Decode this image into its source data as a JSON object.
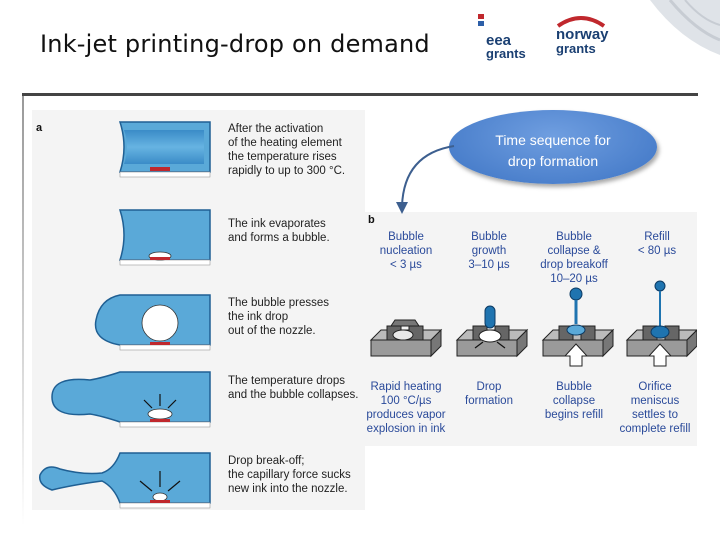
{
  "title": "Ink-jet printing-drop on demand",
  "logos": {
    "eea": "eea grants",
    "eea_line1": "eea",
    "eea_line2": "grants",
    "norway_line1": "norway",
    "norway_line2": "grants"
  },
  "callout": {
    "line1": "Time sequence for",
    "line2": "drop formation"
  },
  "panel_a": {
    "label": "a",
    "steps": [
      {
        "lines": [
          "After the activation",
          "of the heating element",
          "the temperature rises",
          "rapidly to up to 300 °C."
        ]
      },
      {
        "lines": [
          "The ink evaporates",
          "and forms a bubble."
        ]
      },
      {
        "lines": [
          "The bubble presses",
          "the ink drop",
          "out of the nozzle."
        ]
      },
      {
        "lines": [
          "The temperature drops",
          "and the bubble collapses."
        ]
      },
      {
        "lines": [
          "Drop break-off;",
          "the capillary force sucks",
          "new ink into the nozzle."
        ]
      }
    ]
  },
  "panel_b": {
    "label": "b",
    "headers": [
      {
        "lines": [
          "Bubble",
          "nucleation",
          "< 3 µs"
        ]
      },
      {
        "lines": [
          "Bubble",
          "growth",
          "3–10 µs"
        ]
      },
      {
        "lines": [
          "Bubble",
          "collapse &",
          "drop breakoff",
          "10–20 µs"
        ]
      },
      {
        "lines": [
          "Refill",
          "< 80 µs"
        ]
      }
    ],
    "footers": [
      {
        "lines": [
          "Rapid heating",
          "100 °C/µs",
          "produces vapor",
          "explosion in ink"
        ]
      },
      {
        "lines": [
          "Drop",
          "formation"
        ]
      },
      {
        "lines": [
          "Bubble",
          "collapse",
          "begins refill"
        ]
      },
      {
        "lines": [
          "Orifice meniscus",
          "settles to",
          "complete refill"
        ]
      }
    ]
  },
  "colors": {
    "ink": "#5aa9d8",
    "ink_dark": "#1f74b0",
    "heater": "#c0282d",
    "callout": "#4a80cc",
    "nozzle_gray": "#8c8c8c"
  }
}
